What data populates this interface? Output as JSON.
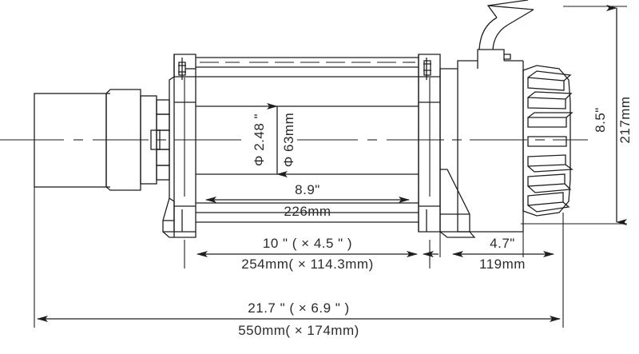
{
  "drawing": {
    "type": "technical-dimension-drawing",
    "subject": "electric winch side elevation",
    "background_color": "#ffffff",
    "line_color": "#1e1e1e",
    "text_color": "#2b2b2b"
  },
  "dimensions": {
    "drum_diameter": {
      "name": "drum-diameter",
      "orientation": "vertical",
      "imperial": "Φ 2.48 \"",
      "metric": "Φ 63mm"
    },
    "drum_width": {
      "name": "drum-width",
      "orientation": "horizontal",
      "imperial": "8.9\"",
      "metric": "226mm"
    },
    "mounting_bolt_pattern": {
      "name": "mounting-bolt-pattern",
      "orientation": "horizontal",
      "imperial": "10 \" ( × 4.5 \" )",
      "metric": "254mm( × 114.3mm)"
    },
    "motor_length": {
      "name": "motor-length",
      "orientation": "horizontal",
      "imperial": "4.7\"",
      "metric": "119mm"
    },
    "overall_height": {
      "name": "overall-height",
      "orientation": "vertical",
      "imperial": "8.5\"",
      "metric": "217mm"
    },
    "overall_length": {
      "name": "overall-length",
      "orientation": "horizontal",
      "imperial": "21.7 \" ( × 6.9 \" )",
      "metric": "550mm( × 174mm)"
    }
  }
}
